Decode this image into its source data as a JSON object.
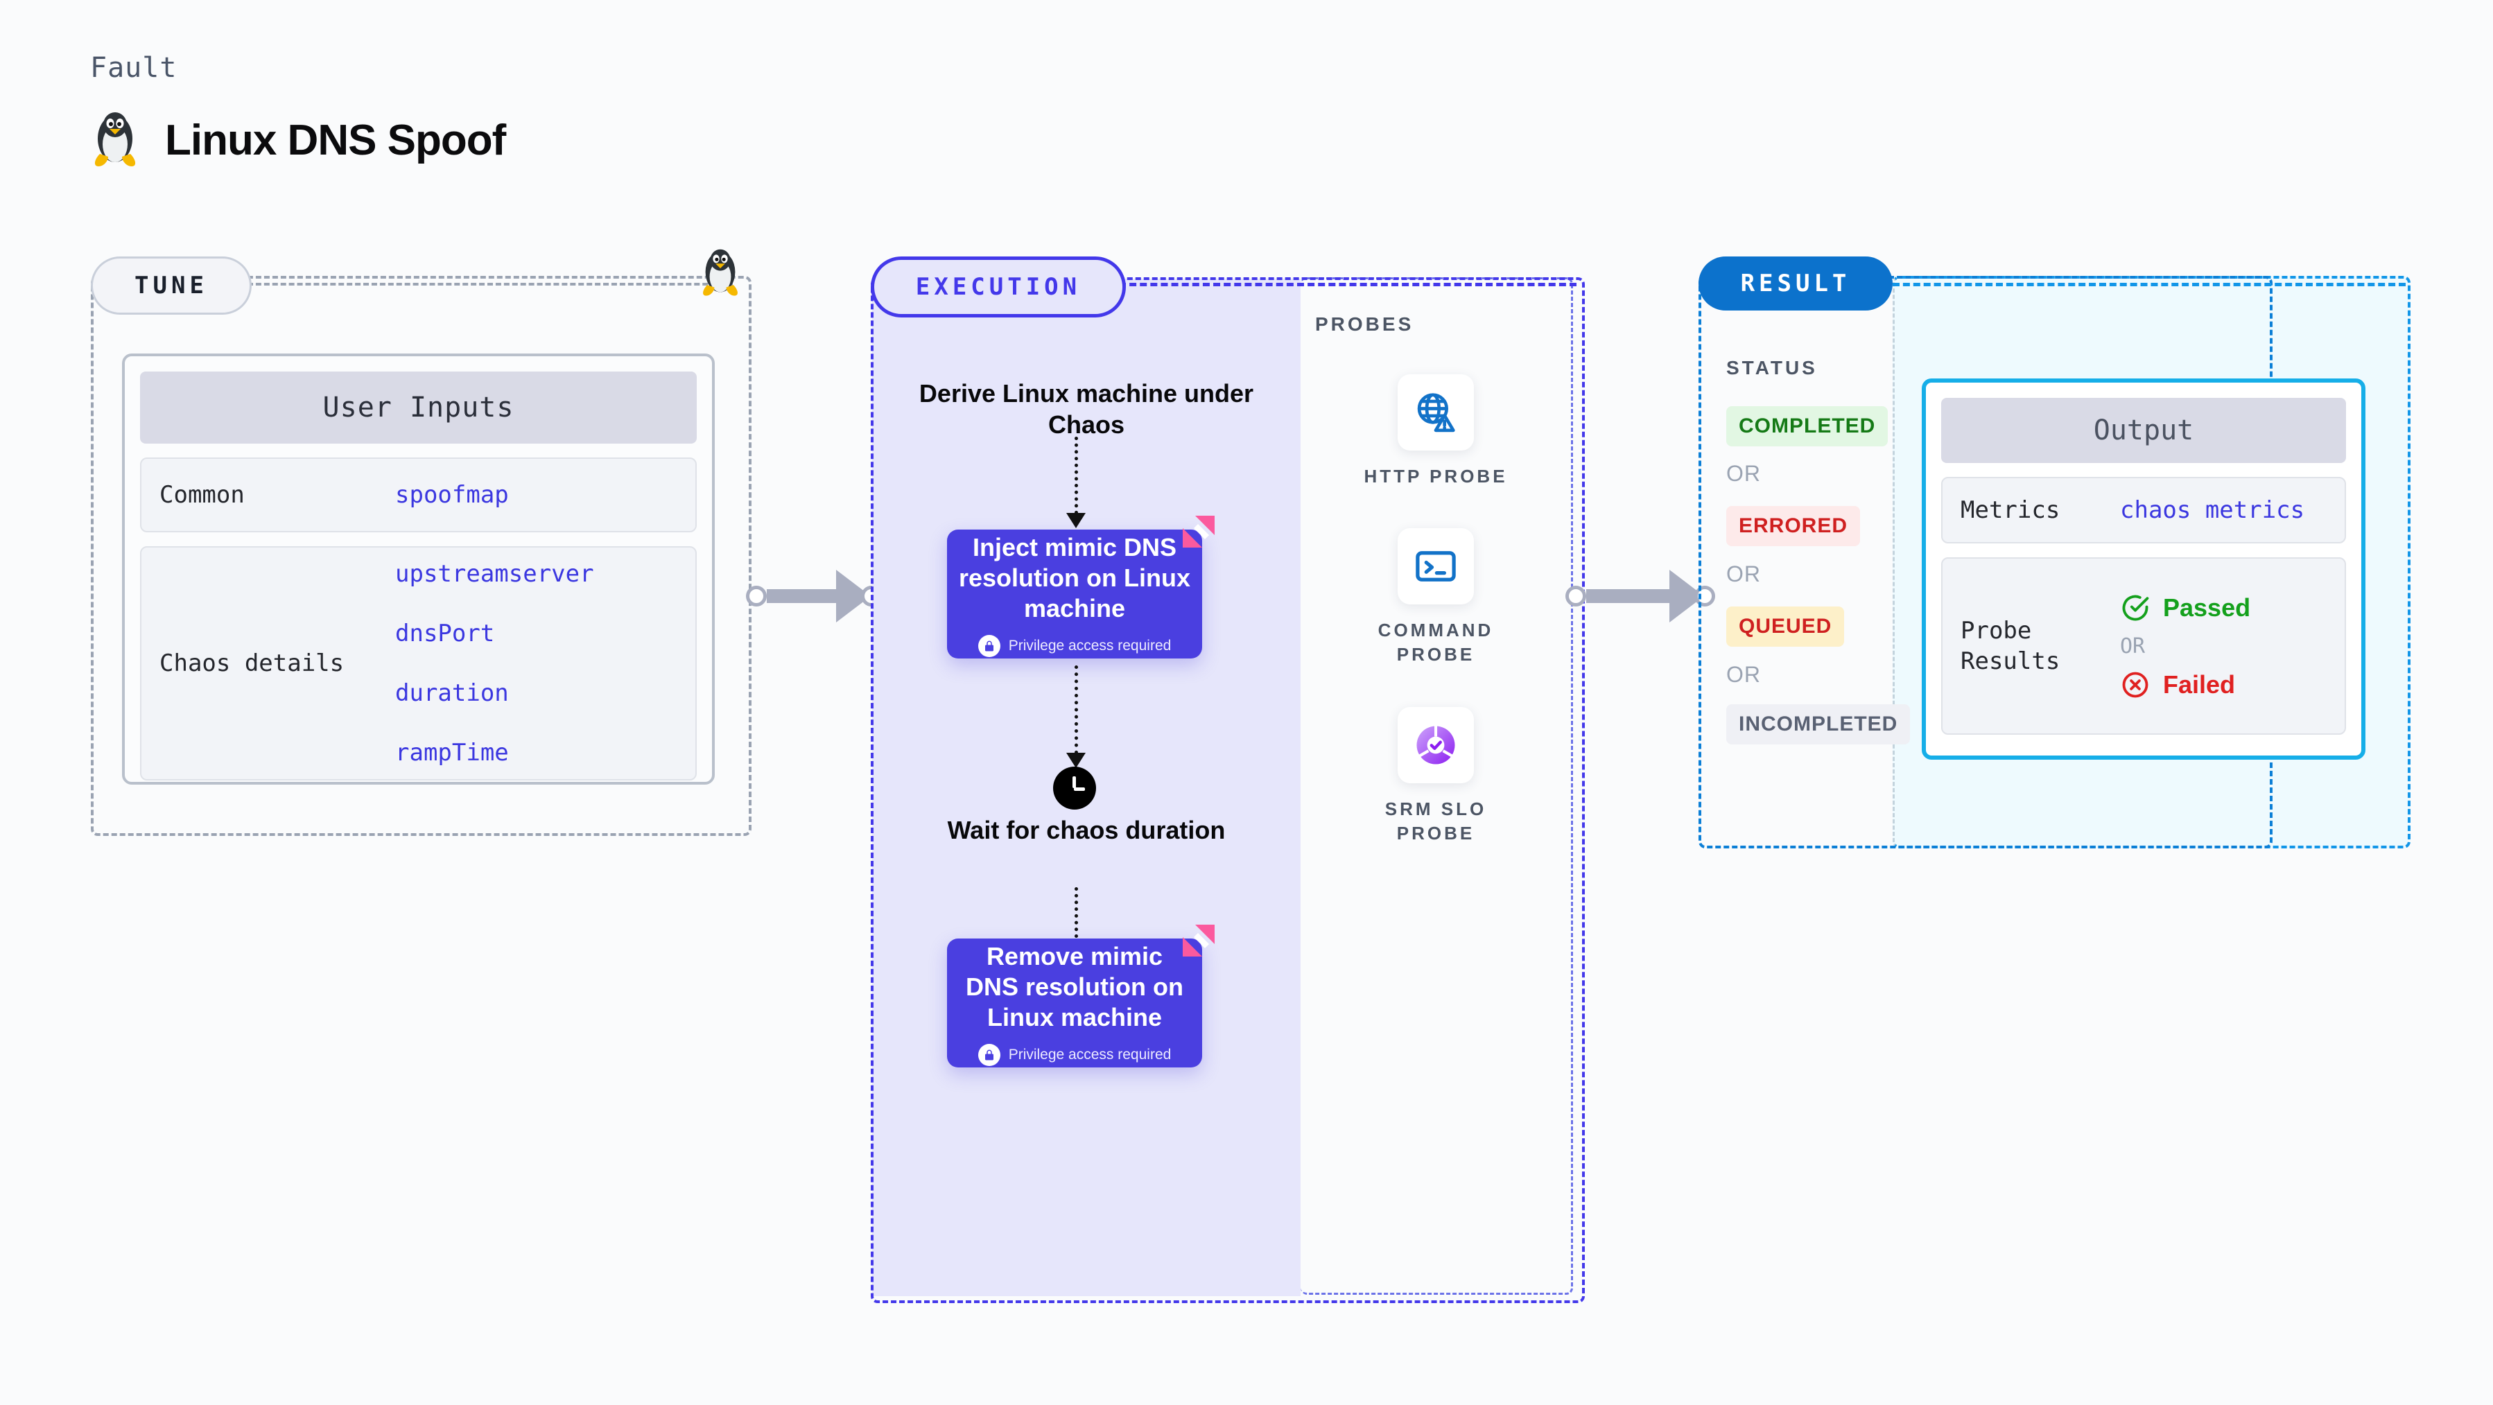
{
  "header": {
    "eyebrow": "Fault",
    "title": "Linux DNS Spoof",
    "icon": "linux-penguin-icon"
  },
  "stages": {
    "tune": {
      "pill_label": "TUNE",
      "card_title": "User Inputs",
      "rows": [
        {
          "label": "Common",
          "values": [
            "spoofmap"
          ]
        },
        {
          "label": "Chaos details",
          "values": [
            "upstreamserver",
            "dnsPort",
            "duration",
            "rampTime"
          ]
        }
      ]
    },
    "execution": {
      "pill_label": "EXECUTION",
      "derive_text": "Derive Linux machine under Chaos",
      "wait_text": "Wait for chaos duration",
      "nodes": [
        {
          "title": "Inject mimic DNS resolution on Linux machine",
          "privilege_note": "Privilege access required"
        },
        {
          "title": "Remove mimic DNS resolution on Linux machine",
          "privilege_note": "Privilege access required"
        }
      ]
    },
    "probes": {
      "title": "PROBES",
      "items": [
        {
          "label": "HTTP PROBE",
          "icon": "globe-warning-icon"
        },
        {
          "label": "COMMAND PROBE",
          "icon": "terminal-icon"
        },
        {
          "label": "SRM SLO PROBE",
          "icon": "slo-donut-check-icon"
        }
      ]
    },
    "result": {
      "pill_label": "RESULT",
      "status_title": "STATUS",
      "or_label": "OR",
      "statuses": [
        {
          "label": "COMPLETED",
          "bg": "#e2f7e3",
          "fg": "#157a16"
        },
        {
          "label": "ERRORED",
          "bg": "#fdeaea",
          "fg": "#cf2020"
        },
        {
          "label": "QUEUED",
          "bg": "#fdf0c9",
          "fg": "#cf2020"
        },
        {
          "label": "INCOMPLETED",
          "bg": "#eff0f5",
          "fg": "#596173"
        }
      ],
      "output": {
        "card_title": "Output",
        "metrics_label": "Metrics",
        "metrics_value": "chaos metrics",
        "probe_results_label": "Probe Results",
        "passed_label": "Passed",
        "failed_label": "Failed",
        "or_label": "OR"
      }
    }
  },
  "colors": {
    "accent_purple": "#4338ea",
    "node_purple": "#4a3fe0",
    "result_blue": "#0c72cc",
    "output_border": "#16aee8",
    "mono_value": "#3b37e0",
    "harness_pink": "#fb5a9e"
  }
}
